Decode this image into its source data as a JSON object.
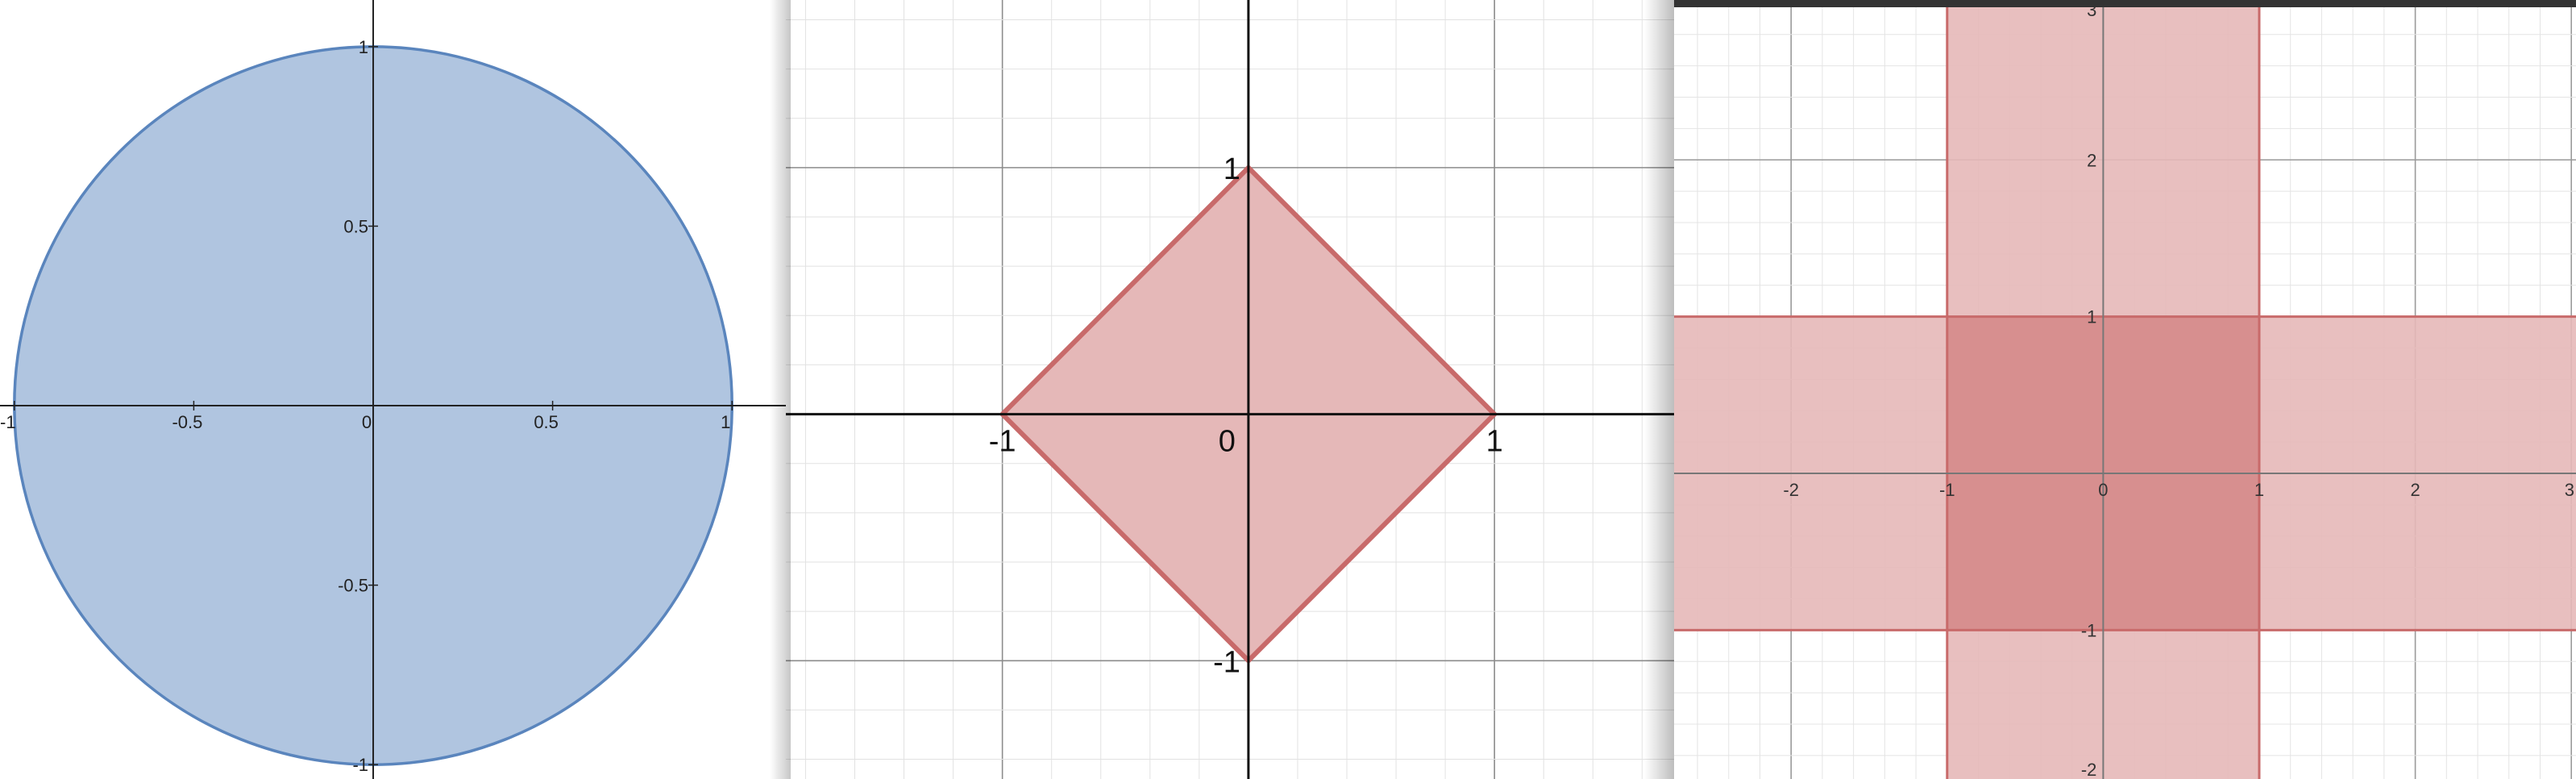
{
  "chart_data": [
    {
      "type": "area",
      "shape": "disk",
      "equation": "",
      "title": "",
      "xlabel": "",
      "ylabel": "",
      "fill_color": "#b0c5e0",
      "stroke_color": "#5a85bd",
      "axis_color": "#222222",
      "grid": false,
      "xlim": [
        -1.04,
        1.15
      ],
      "ylim": [
        -1.04,
        1.13
      ],
      "center": [
        0,
        0
      ],
      "radius": 1,
      "x_ticks": [
        {
          "value": -1,
          "label": "-1"
        },
        {
          "value": -0.5,
          "label": "-0.5"
        },
        {
          "value": 0,
          "label": "0"
        },
        {
          "value": 0.5,
          "label": "0.5"
        },
        {
          "value": 1,
          "label": "1"
        }
      ],
      "y_ticks": [
        {
          "value": 1,
          "label": "1"
        },
        {
          "value": 0.5,
          "label": "0.5"
        },
        {
          "value": -0.5,
          "label": "-0.5"
        },
        {
          "value": -1,
          "label": "-1"
        }
      ]
    },
    {
      "type": "area",
      "shape": "polygon",
      "equation": "",
      "title": "",
      "xlabel": "",
      "ylabel": "",
      "fill_color": "#e5b8b8",
      "stroke_color": "#c86a6a",
      "axis_color": "#111111",
      "grid": true,
      "grid_minor_step": 0.2,
      "grid_major_step": 1,
      "xlim": [
        -1.88,
        1.73
      ],
      "ylim": [
        -1.48,
        1.68
      ],
      "vertices": [
        [
          0,
          1
        ],
        [
          1,
          0
        ],
        [
          0,
          -1
        ],
        [
          -1,
          0
        ]
      ],
      "x_ticks": [
        {
          "value": -1,
          "label": "-1"
        },
        {
          "value": 0,
          "label": "0"
        },
        {
          "value": 1,
          "label": "1"
        }
      ],
      "y_ticks": [
        {
          "value": 1,
          "label": "1"
        },
        {
          "value": -1,
          "label": "-1"
        }
      ]
    },
    {
      "type": "area",
      "shape": "cross-strips",
      "equation": "",
      "title": "",
      "xlabel": "",
      "ylabel": "",
      "fill_color": "#e5b8b8",
      "overlap_color": "#d48787",
      "stroke_color": "#c86a6a",
      "axis_color": "#777777",
      "grid": true,
      "grid_minor_step": 0.2,
      "grid_major_step": 1,
      "xlim": [
        -2.75,
        3.03
      ],
      "ylim": [
        -1.95,
        3.02
      ],
      "strips": [
        {
          "orientation": "vertical",
          "range": [
            -1,
            1
          ]
        },
        {
          "orientation": "horizontal",
          "range": [
            -1,
            1
          ]
        }
      ],
      "x_ticks": [
        {
          "value": -2,
          "label": "-2"
        },
        {
          "value": -1,
          "label": "-1"
        },
        {
          "value": 0,
          "label": "0"
        },
        {
          "value": 1,
          "label": "1"
        },
        {
          "value": 2,
          "label": "2"
        },
        {
          "value": 3,
          "label": "3"
        }
      ],
      "y_ticks": [
        {
          "value": 3,
          "label": "3"
        },
        {
          "value": 2,
          "label": "2"
        },
        {
          "value": 1,
          "label": "1"
        },
        {
          "value": -1,
          "label": "-1"
        },
        {
          "value": -2,
          "label": "-2"
        }
      ]
    }
  ]
}
